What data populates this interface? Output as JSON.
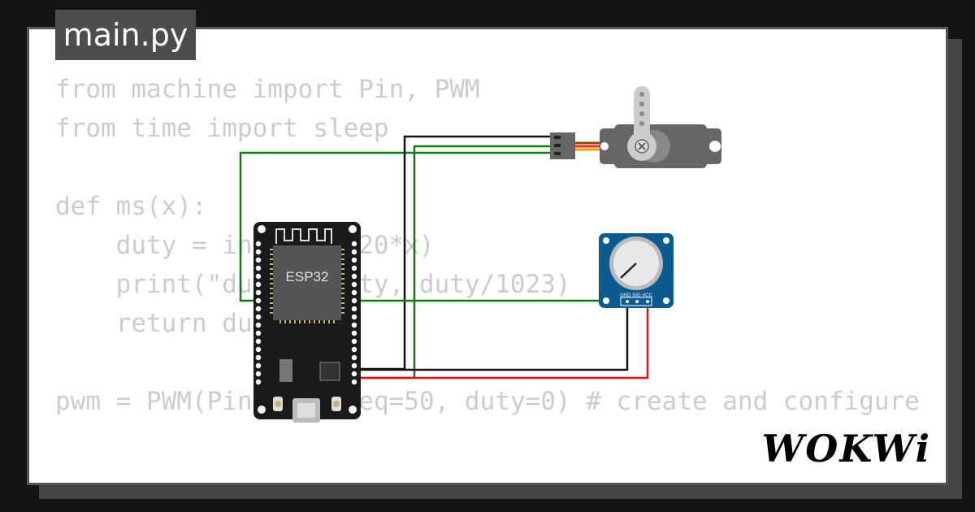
{
  "tab": {
    "filename": "main.py"
  },
  "code": {
    "lines": [
      "from machine import Pin, PWM",
      "from time import sleep",
      "",
      "def ms(x):",
      "    duty = int(1023/20*x)",
      "    print(\"duty\", duty, duty/1023)",
      "    return duty",
      "",
      "pwm = PWM(Pin(5), freq=50, duty=0) # create and configure"
    ]
  },
  "board": {
    "chip_label": "ESP32"
  },
  "potentiometer": {
    "pin_labels": "GND SIG VCC"
  },
  "brand": {
    "logo_text": "WOKWi"
  },
  "colors": {
    "wire_green": "#117a11",
    "wire_black": "#111111",
    "wire_red": "#dd1111",
    "board": "#1a1a1a",
    "module": "#555555",
    "pot_board": "#0b5a90",
    "servo_body": "#666666"
  }
}
